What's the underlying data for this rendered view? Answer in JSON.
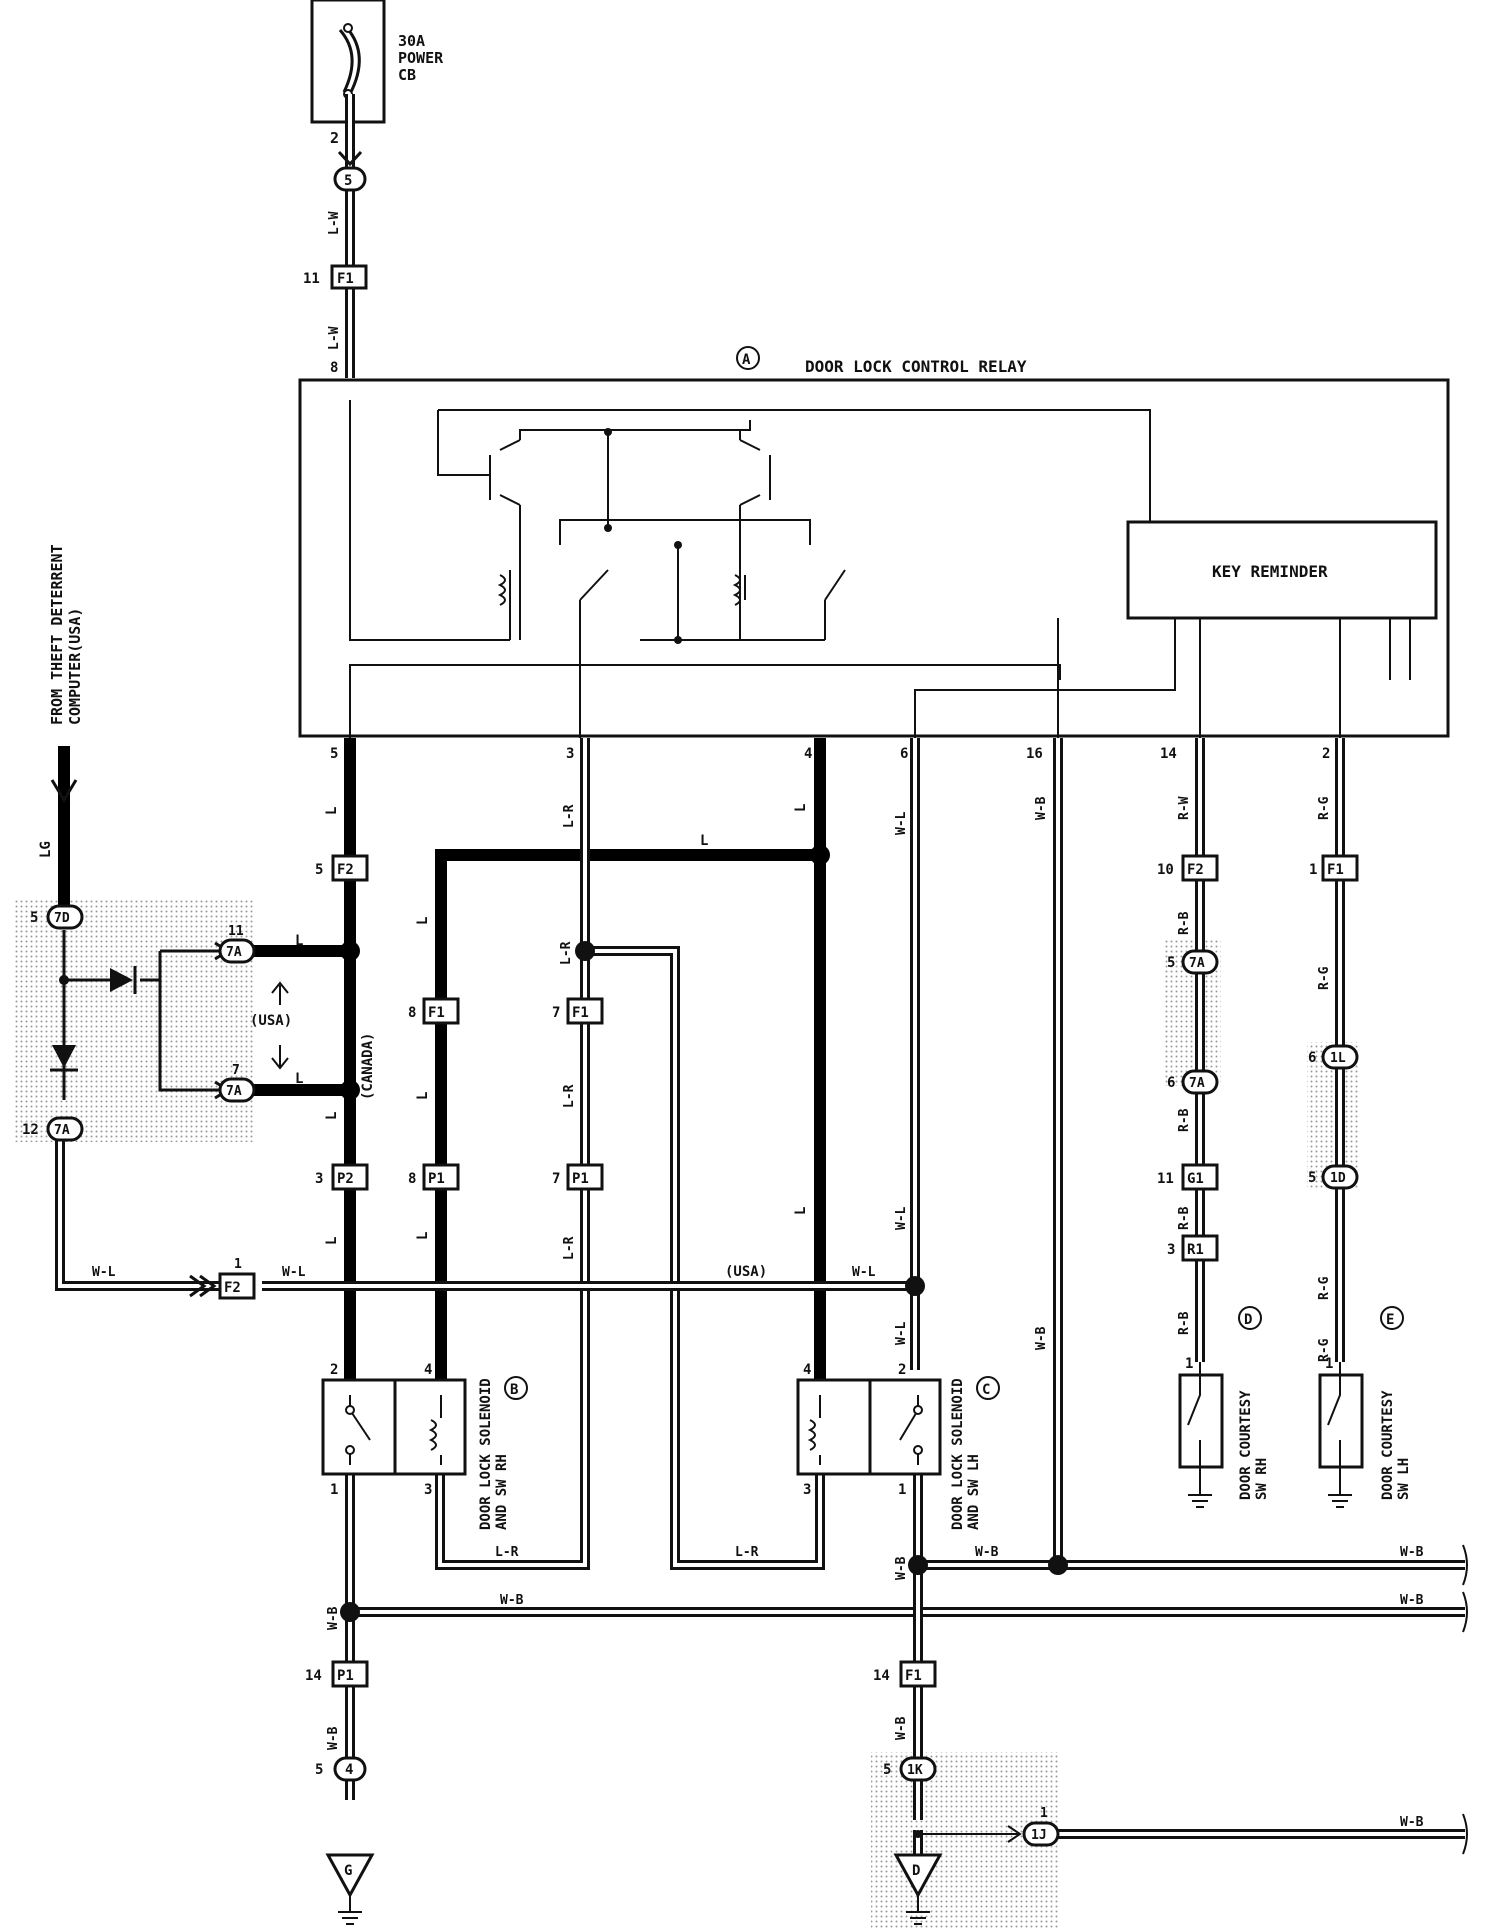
{
  "diagram": {
    "breaker": {
      "label_line1": "30A",
      "label_line2": "POWER",
      "label_line3": "CB",
      "pin": "2"
    },
    "relay": {
      "marker": "A",
      "title": "DOOR LOCK CONTROL RELAY",
      "sub_block": "KEY REMINDER",
      "pins": [
        "8",
        "5",
        "3",
        "4",
        "6",
        "16",
        "14",
        "2"
      ]
    },
    "connectors": {
      "c5": {
        "id": "5"
      },
      "f1_top": {
        "pin": "11",
        "id": "F1"
      },
      "f2_a": {
        "pin": "5",
        "id": "F2"
      },
      "f1_b": {
        "pin": "8",
        "id": "F1"
      },
      "f1_c": {
        "pin": "7",
        "id": "F1"
      },
      "p2": {
        "pin": "3",
        "id": "P2"
      },
      "p1_a": {
        "pin": "8",
        "id": "P1"
      },
      "p1_b": {
        "pin": "7",
        "id": "P1"
      },
      "f2_r": {
        "pin": "10",
        "id": "F2"
      },
      "f1_r": {
        "pin": "1",
        "id": "F1"
      },
      "c7a_r1": {
        "pin": "5",
        "id": "7A"
      },
      "c7a_r2": {
        "pin": "6",
        "id": "7A"
      },
      "g1": {
        "pin": "11",
        "id": "G1"
      },
      "r1": {
        "pin": "3",
        "id": "R1"
      },
      "c1l": {
        "pin": "6",
        "id": "1L"
      },
      "c1d": {
        "pin": "5",
        "id": "1D"
      },
      "c7d": {
        "pin": "5",
        "id": "7D"
      },
      "c7a_l1": {
        "pin": "11",
        "id": "7A"
      },
      "c7a_l2": {
        "pin": "7",
        "id": "7A"
      },
      "c7a_l3": {
        "pin": "12",
        "id": "7A"
      },
      "f2_low": {
        "pin": "1",
        "id": "F2"
      },
      "p1_g": {
        "pin": "14",
        "id": "P1"
      },
      "c4": {
        "pin": "5",
        "id": "4"
      },
      "f1_g": {
        "pin": "14",
        "id": "F1"
      },
      "c1k": {
        "pin": "5",
        "id": "1K"
      },
      "c1j": {
        "pin": "1",
        "id": "1J"
      }
    },
    "wires": {
      "lw": "L-W",
      "l": "L",
      "lr": "L-R",
      "wl": "W-L",
      "wb": "W-B",
      "rw": "R-W",
      "rb": "R-B",
      "rg": "R-G",
      "lg": "LG"
    },
    "notes": {
      "from_line1": "FROM THEFT DETERRENT",
      "from_line2": "COMPUTER(USA)",
      "usa": "(USA)",
      "canada": "(CANADA)"
    },
    "components": {
      "b": {
        "marker": "B",
        "line1": "DOOR LOCK SOLENOID",
        "line2": "AND SW RH",
        "pins": [
          "2",
          "4",
          "1",
          "3"
        ]
      },
      "c": {
        "marker": "C",
        "line1": "DOOR LOCK SOLENOID",
        "line2": "AND SW LH",
        "pins": [
          "4",
          "2",
          "3",
          "1"
        ]
      },
      "d": {
        "marker": "D",
        "line1": "DOOR COURTESY",
        "line2": "SW RH",
        "pin": "1"
      },
      "e": {
        "marker": "E",
        "line1": "DOOR COURTESY",
        "line2": "SW LH",
        "pin": "1"
      }
    },
    "grounds": {
      "left": "G",
      "right": "D"
    }
  }
}
